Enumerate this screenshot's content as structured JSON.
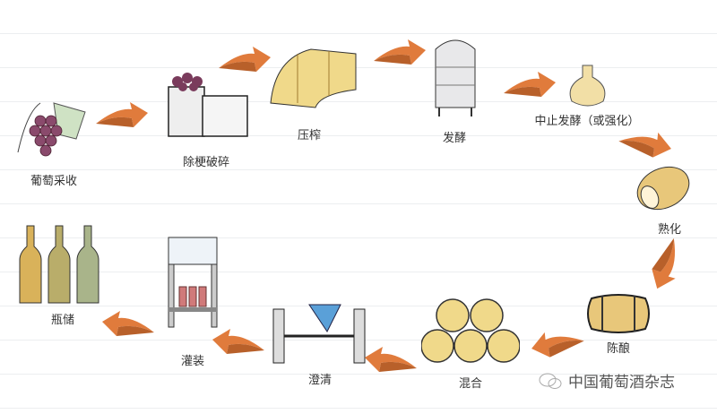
{
  "steps": [
    {
      "label": "葡萄采收",
      "icon": "grapes-icon"
    },
    {
      "label": "除梗破碎",
      "icon": "destemmer-crusher-icon"
    },
    {
      "label": "压榨",
      "icon": "wine-press-icon"
    },
    {
      "label": "发酵",
      "icon": "fermentation-tank-icon"
    },
    {
      "label": "中止发酵（或强化）",
      "icon": "flask-icon"
    },
    {
      "label": "熟化",
      "icon": "small-barrel-icon"
    },
    {
      "label": "陈酿",
      "icon": "barrel-icon"
    },
    {
      "label": "混合",
      "icon": "barrel-stack-icon"
    },
    {
      "label": "澄清",
      "icon": "filter-machine-icon"
    },
    {
      "label": "灌装",
      "icon": "bottling-machine-icon"
    },
    {
      "label": "瓶储",
      "icon": "bottles-icon"
    }
  ],
  "watermark": "中国葡萄酒杂志",
  "colors": {
    "arrow": "#e07b3c",
    "arrow_dark": "#b8602a",
    "barrel": "#e8c77a",
    "grape": "#7a3b5c"
  }
}
